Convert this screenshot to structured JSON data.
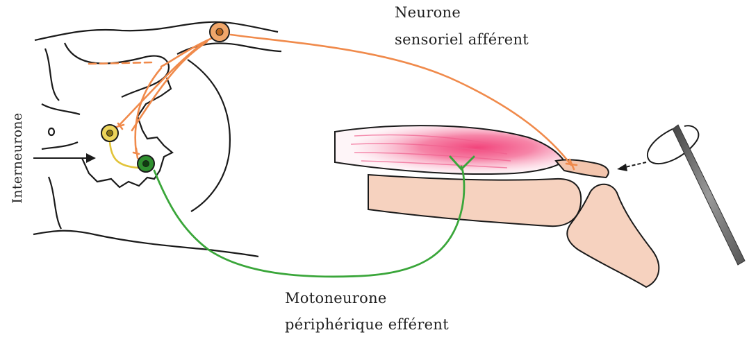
{
  "labels": {
    "sensory_line1": "Neurone",
    "sensory_line2": "sensoriel afférent",
    "motor_line1": "Motoneurone",
    "motor_line2": "périphérique efférent",
    "interneuron": "Interneurone"
  },
  "colors": {
    "sensory_neuron": "#f08a4b",
    "motor_neuron": "#3aa63a",
    "interneuron": "#e2c43a",
    "muscle": "#f25a86",
    "bone": "#f6d2bf",
    "outline": "#1a1a1a"
  },
  "icons": {
    "hammer": "reflex-hammer-icon",
    "arrow_in": "arrow-right-icon",
    "arrow_tap": "arrow-left-icon"
  }
}
